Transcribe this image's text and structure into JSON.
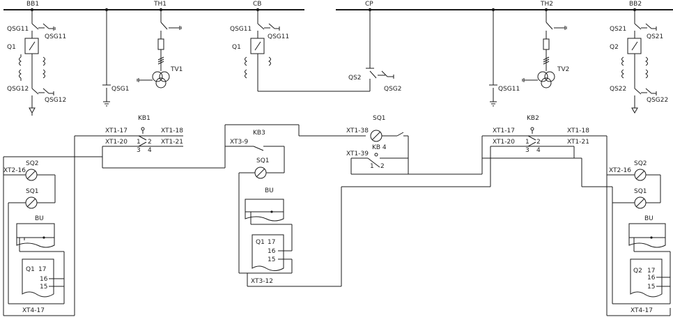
{
  "bus_labels": {
    "bb1": "BB1",
    "th1": "TH1",
    "cb": "CB",
    "cp": "CP",
    "th2": "TH2",
    "bb2": "BB2"
  },
  "equipment_labels": {
    "qsg11_a": "QSG11",
    "qsg11_b": "QSG11",
    "q1": "Q1",
    "qsg12_a": "QSG12",
    "qsg12_b": "QSG12",
    "qsg1": "QSG1",
    "tv1": "TV1",
    "cb_qsg11_a": "QSG11",
    "cb_qsg11_b": "QSG11",
    "cb_q1": "Q1",
    "qs2": "QS2",
    "qsg2": "QSG2",
    "tv2": "TV2",
    "qsg11_right": "QSG11",
    "qs21_a": "QS21",
    "qs21_b": "QS21",
    "q2": "Q2",
    "qs22": "QS22",
    "qsg22": "QSG22"
  },
  "circuit_labels": {
    "kb1": "KB1",
    "xt1_17_l": "XT1-17",
    "xt1_18_l": "XT1-18",
    "xt1_20_l": "XT1-20",
    "xt1_21_l": "XT1-21",
    "kb1_c1": "1",
    "kb1_c2": "2",
    "kb1_c3": "3",
    "kb1_c4": "4",
    "kb3": "KB3",
    "xt3_9": "XT3-9",
    "sq1_top": "SQ1",
    "xt1_38": "XT1-38",
    "kb4": "KB 4",
    "xt1_39": "XT1-39",
    "kb4_c1": "1",
    "kb4_c2": "2",
    "kb2": "KB2",
    "xt1_17_r": "XT1-17",
    "xt1_18_r": "XT1-18",
    "xt1_20_r": "XT1-20",
    "xt1_21_r": "XT1-21",
    "kb2_c1": "1",
    "kb2_c2": "2",
    "kb2_c3": "3",
    "kb2_c4": "4",
    "sq2_l": "SQ2",
    "xt2_16_l": "XT2-16",
    "sq1_l": "SQ1",
    "bu_l": "BU",
    "q1_box_l": "Q1",
    "n17_l": "17",
    "n16_l": "16",
    "n15_l": "15",
    "xt4_17_l": "XT4-17",
    "sq1_mid": "SQ1",
    "bu_mid": "BU",
    "q1_box_mid": "Q1",
    "n17_mid": "17",
    "n16_mid": "16",
    "n15_mid": "15",
    "xt3_12": "XT3-12",
    "sq2_r": "SQ2",
    "xt2_16_r": "XT2-16",
    "sq1_r": "SQ1",
    "bu_r": "BU",
    "q2_box_r": "Q2",
    "n17_r": "17",
    "n16_r": "16",
    "n15_r": "15",
    "xt4_17_r": "XT4-17"
  }
}
